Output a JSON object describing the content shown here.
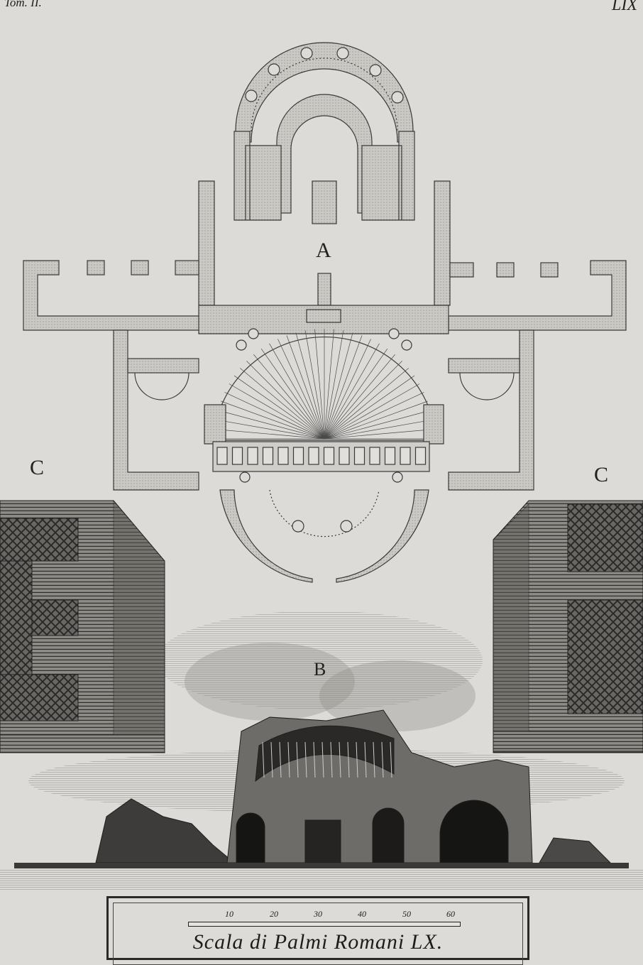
{
  "header": {
    "volume": "Tom. II.",
    "plate_number": "LIX"
  },
  "labels": {
    "plan": "A",
    "elevation": "B",
    "detail_left": "C",
    "detail_right": "C"
  },
  "scale": {
    "caption": "Scala di Palmi Romani LX.",
    "ticks": [
      "10",
      "20",
      "30",
      "40",
      "50",
      "60"
    ]
  },
  "colors": {
    "paper": "#dcdbd7",
    "ink": "#2a2a2a",
    "wall_fill": "#c4c2bd"
  }
}
